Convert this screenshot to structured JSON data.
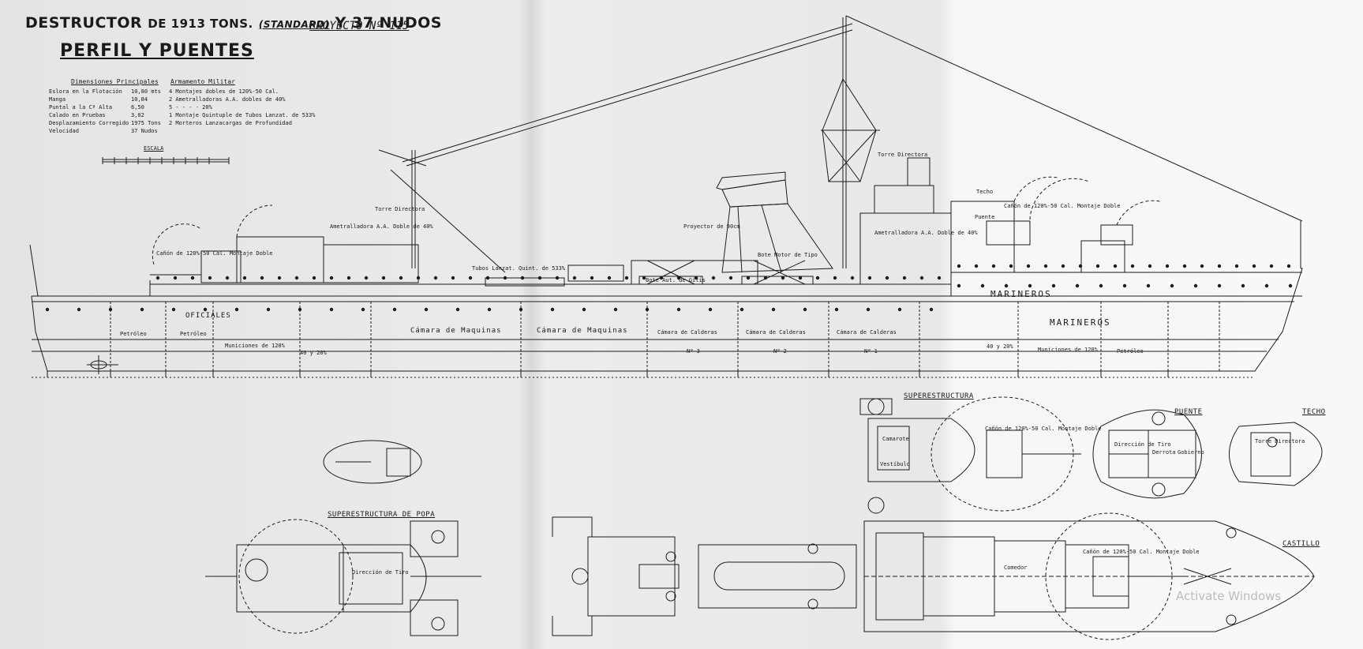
{
  "title": {
    "line1_a": "DESTRUCTOR",
    "line1_b": "DE 1913 TONS.",
    "line1_c": "(STANDARD)",
    "line1_d": "Y 37 NUDOS",
    "project": "PROYECTO Nº 115",
    "subtitle": "PERFIL Y PUENTES"
  },
  "dimensions": {
    "header": "Dimensiones Principales",
    "rows": [
      {
        "label": "Eslora en la Flotación",
        "value": "10,80 mts"
      },
      {
        "label": "Manga",
        "value": "10,84"
      },
      {
        "label": "Puntal a la Cª Alta",
        "value": "6,50"
      },
      {
        "label": "Calado en Pruebas",
        "value": "3,02"
      },
      {
        "label": "Desplazamiento Corregido",
        "value": "1975 Tons"
      },
      {
        "label": "Velocidad",
        "value": "37 Nudos"
      }
    ]
  },
  "armament": {
    "header": "Armamento Militar",
    "rows": [
      "4 Montajes dobles de 120%-50 Cal.",
      "2 Ametralladoras A.A. dobles de 40%",
      "5 - - - - 20%",
      "1 Montaje Quintuple de Tubos Lanzat. de 533%",
      "2 Morteros Lanzacargas de Profundidad"
    ]
  },
  "scale": {
    "label": "ESCALA"
  },
  "profile_labels": {
    "oficiales": "OFICIALES",
    "marineros_1": "MARINEROS",
    "marineros_2": "MARINEROS",
    "camara_maquinas_1": "Cámara de Maquinas",
    "camara_maquinas_2": "Cámara de Maquinas",
    "camara_calderas_1": "Cámara de Calderas",
    "camara_calderas_2": "Cámara de Calderas",
    "camara_calderas_3": "Cámara de Calderas",
    "municiones_120": "Municiones de 120%",
    "municiones_40_20": "40 y 20%",
    "petroleo": "Petróleo",
    "torre_directora": "Torre Directora",
    "canon_120": "Cañón de 120%-50 Cal. Montaje Doble",
    "ametralladora": "Ametralladora A.A. Doble de 40%",
    "tubos_lanzat": "Tubos Lanzat. Quint. de 533%",
    "proyector": "Proyector de 90cm",
    "bote_motor": "Bote Motor de Tipo",
    "bote_aut": "Bote Aut. de Gitis",
    "techo_mark": "Techo",
    "puente_mark": "Puente",
    "nos": [
      "Nº 3",
      "Nº 2",
      "Nº 1"
    ]
  },
  "sections": {
    "superestructura": "SUPERESTRUCTURA",
    "puente": "PUENTE",
    "techo": "TECHO",
    "superestructura_popa": "SUPERESTRUCTURA DE POPA",
    "castillo": "CASTILLO"
  },
  "plan_labels": {
    "canon_120": "Cañón de 120%-50 Cal. Montaje Doble",
    "direccion_tiro": "Dirección de Tiro",
    "derrota": "Derrota",
    "gobierno": "Gobierno",
    "vestibulo": "Vestíbulo",
    "camarote": "Camarote",
    "comedor": "Comedor",
    "torre_directora": "Torre Directora"
  },
  "watermark": {
    "line1": "Activate Windows"
  },
  "colors": {
    "ink": "#1a1a1a",
    "paper": "#e8e8e8"
  }
}
